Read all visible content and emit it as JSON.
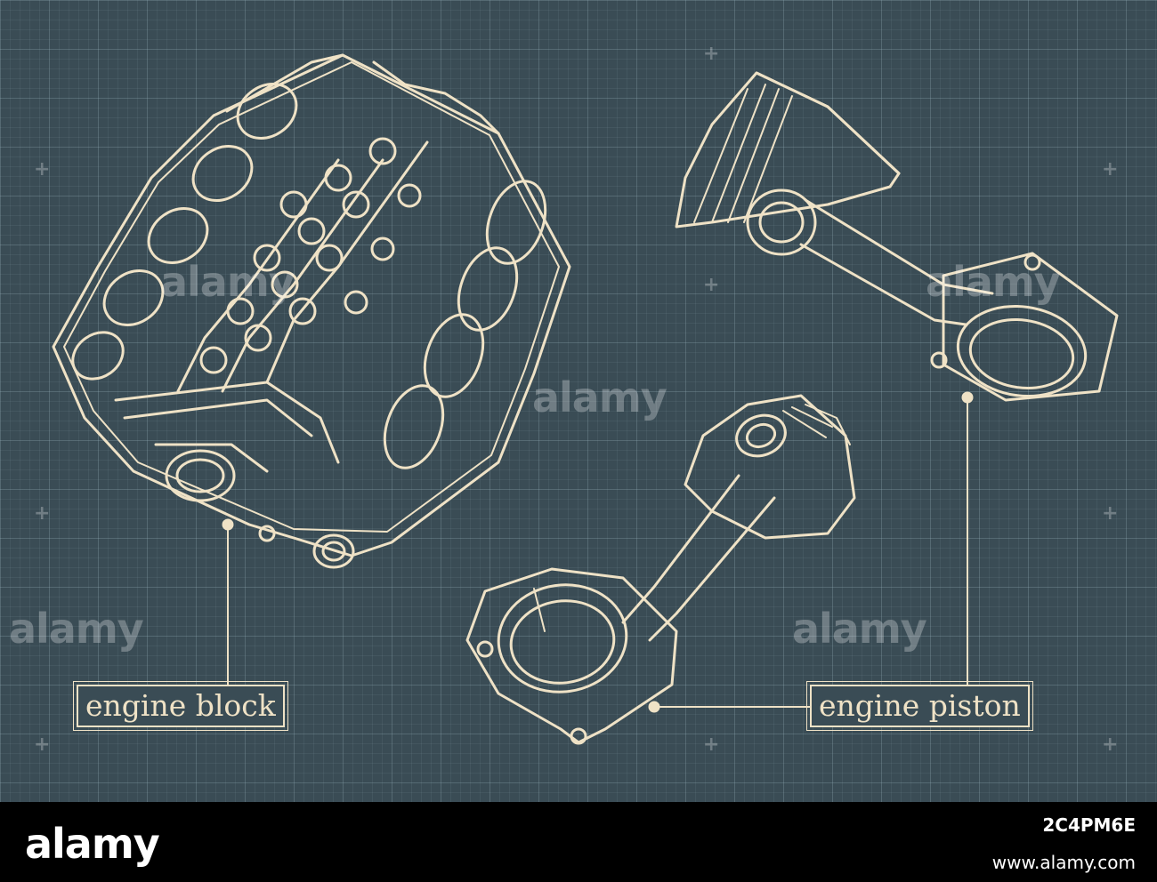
{
  "labels": {
    "engine_block": "engine block",
    "engine_piston": "engine piston"
  },
  "watermark": {
    "text": "alamy",
    "plus": "+"
  },
  "footer": {
    "brand": "alamy",
    "image_id": "2C4PM6E",
    "url": "www.alamy.com"
  },
  "colors": {
    "background": "#3a4c55",
    "ink": "#efe2c6",
    "footer": "#000000"
  }
}
